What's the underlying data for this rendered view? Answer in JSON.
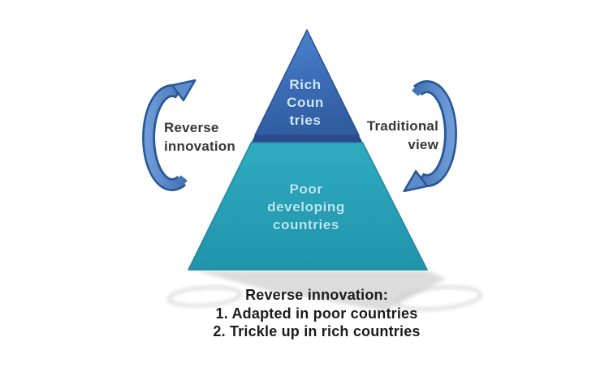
{
  "pyramid": {
    "top_label": [
      "Rich",
      "Coun",
      "tries"
    ],
    "bottom_label": [
      "Poor",
      "developing",
      "countries"
    ]
  },
  "arrows": {
    "left_label": [
      "Reverse",
      "innovation"
    ],
    "right_label": [
      "Traditional",
      "view"
    ]
  },
  "caption": {
    "title": "Reverse innovation:",
    "items": [
      "1. Adapted in poor countries",
      "2. Trickle up in rich countries"
    ]
  },
  "colors": {
    "pyramid_top_blue": "#4d85cf",
    "pyramid_top_blue_dark": "#315da1",
    "divider_band": "#2b4a8c",
    "pyramid_teal": "#2fabc0",
    "pyramid_teal_dark": "#2094aa",
    "arrow_fill": "#5b8ccd",
    "arrow_outline": "#2a5795",
    "pyramid_label_text": "#cfe9fa",
    "side_label_text": "#383838",
    "caption_text": "#1c1c1c",
    "shadow_gray": "#d7d7d7"
  }
}
